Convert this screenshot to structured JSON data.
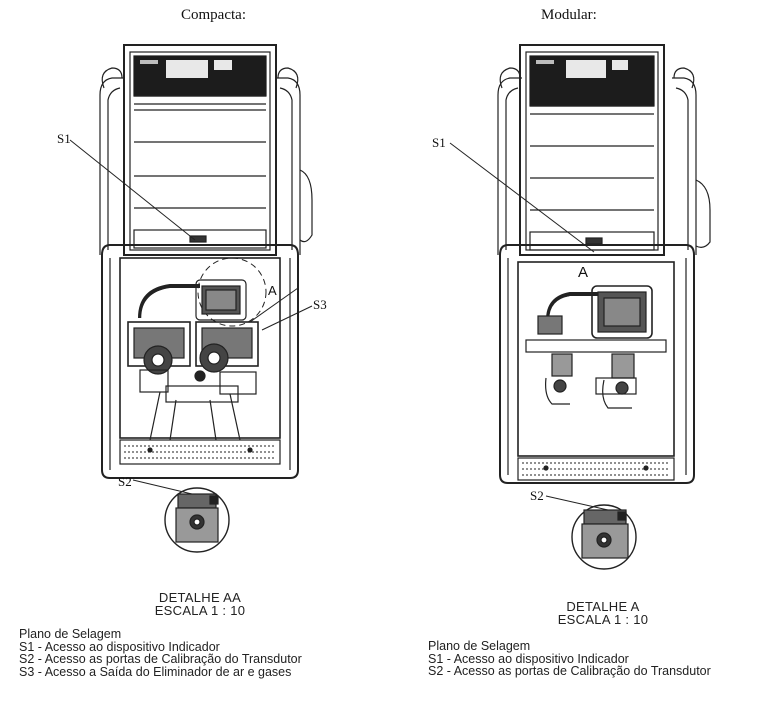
{
  "left": {
    "title": "Compacta:",
    "callouts": {
      "s1": "S1",
      "s2": "S2",
      "s3": "S3",
      "a": "A"
    },
    "detail": {
      "line1": "DETALHE AA",
      "line2": "ESCALA 1 : 10"
    },
    "legend": [
      "Plano de Selagem",
      "S1 - Acesso ao dispositivo Indicador",
      "S2 - Acesso as portas de Calibração do Transdutor",
      "S3 - Acesso a Saída do Eliminador de ar e gases"
    ]
  },
  "right": {
    "title": "Modular:",
    "callouts": {
      "s1": "S1",
      "s2": "S2",
      "a": "A"
    },
    "detail": {
      "line1": "DETALHE A",
      "line2": "ESCALA 1 : 10"
    },
    "legend": [
      "Plano de Selagem",
      "S1 - Acesso ao dispositivo Indicador",
      "S2 - Acesso as portas de Calibração do Transdutor"
    ]
  }
}
